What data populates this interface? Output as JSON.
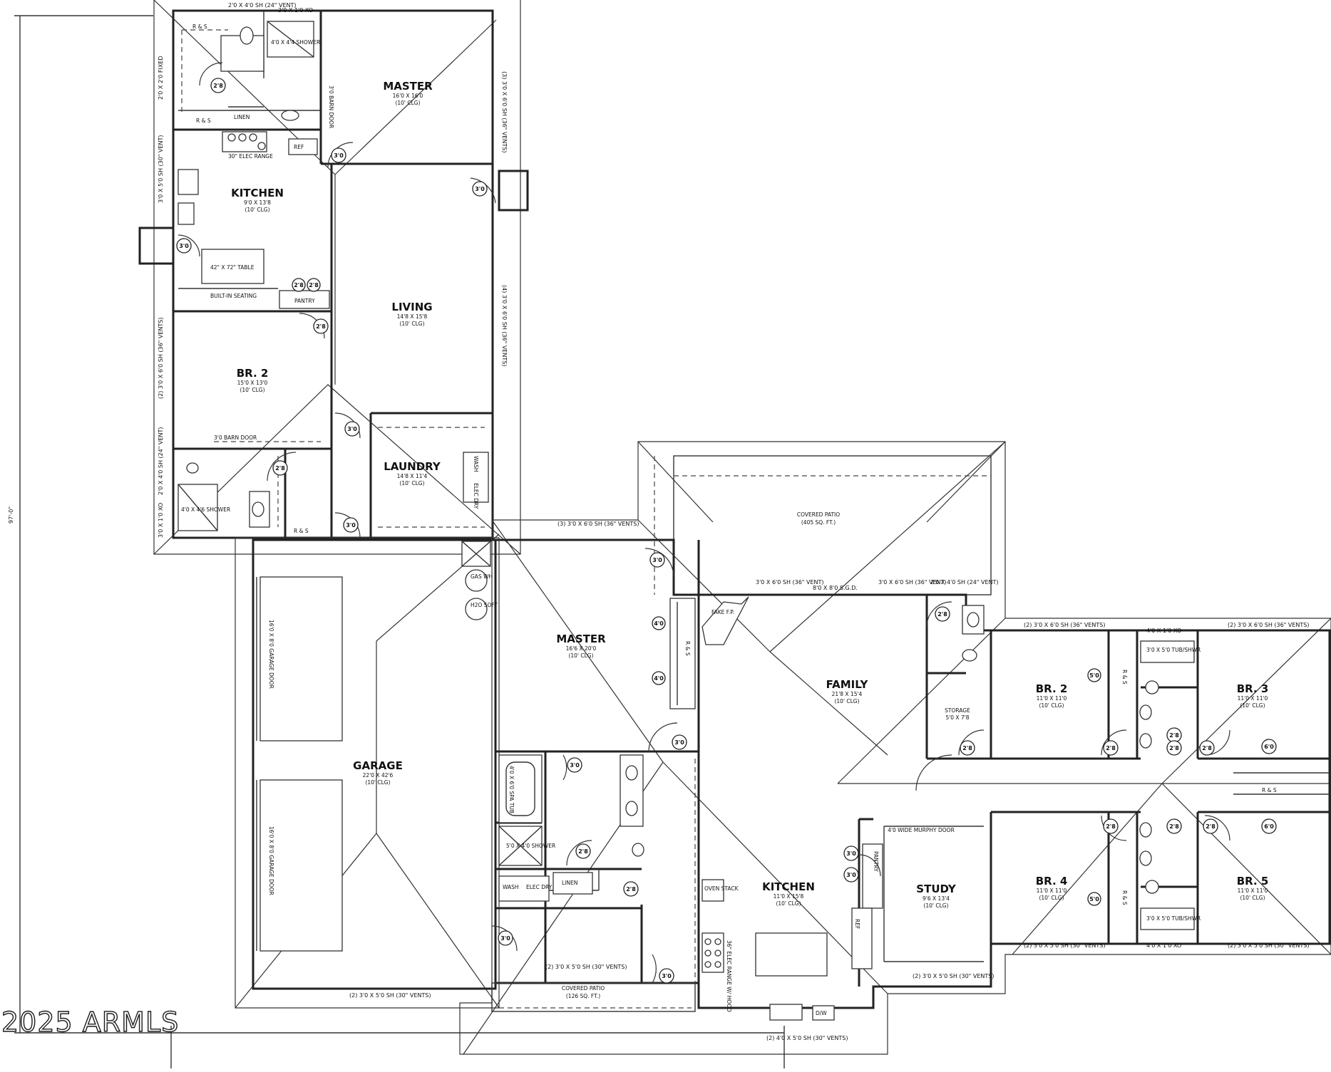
{
  "watermark": "2025 ARMLS",
  "overall_dimension": "97'-0\"",
  "rooms": {
    "guest_master": {
      "name": "MASTER",
      "size": "16'0 X 16'0",
      "ceiling": "(10' CLG)"
    },
    "guest_kitchen": {
      "name": "KITCHEN",
      "size": "9'0 X 13'8",
      "ceiling": "(10' CLG)"
    },
    "living": {
      "name": "LIVING",
      "size": "14'8 X 15'8",
      "ceiling": "(10' CLG)"
    },
    "guest_br2": {
      "name": "BR. 2",
      "size": "15'0 X 13'0",
      "ceiling": "(10' CLG)"
    },
    "laundry": {
      "name": "LAUNDRY",
      "size": "14'8 X 11'4",
      "ceiling": "(10' CLG)"
    },
    "garage": {
      "name": "GARAGE",
      "size": "22'0 X 42'6",
      "ceiling": "(10' CLG)"
    },
    "main_master": {
      "name": "MASTER",
      "size": "16'6 X 20'0",
      "ceiling": "(10' CLG)"
    },
    "family": {
      "name": "FAMILY",
      "size": "21'8 X 15'4",
      "ceiling": "(10' CLG)"
    },
    "main_kitchen": {
      "name": "KITCHEN",
      "size": "11'0 X 15'8",
      "ceiling": "(10' CLG)"
    },
    "study": {
      "name": "STUDY",
      "size": "9'6 X 13'4",
      "ceiling": "(10' CLG)"
    },
    "br2": {
      "name": "BR. 2",
      "size": "11'0 X 11'0",
      "ceiling": "(10' CLG)"
    },
    "br3": {
      "name": "BR. 3",
      "size": "11'0 X 11'0",
      "ceiling": "(10' CLG)"
    },
    "br4": {
      "name": "BR. 4",
      "size": "11'0 X 11'0",
      "ceiling": "(10' CLG)"
    },
    "br5": {
      "name": "BR. 5",
      "size": "11'0 X 11'0",
      "ceiling": "(10' CLG)"
    },
    "covered_patio_top": {
      "name": "COVERED PATIO",
      "size": "(405 SQ. FT.)"
    },
    "covered_patio_bottom": {
      "name": "COVERED PATIO",
      "size": "(126 SQ. FT.)"
    },
    "storage": {
      "name": "STORAGE",
      "size": "5'0 X 7'8"
    }
  },
  "labels": {
    "r_and_s": "R & S",
    "linen": "LINEN",
    "pantry": "PANTRY",
    "shower_44": "4'0 X 4'4 SHOWER",
    "shower_46": "4'0 X 4'6 SHOWER",
    "shower_54": "5'0 X 4'0 SHOWER",
    "barn_door": "3'0 BARN DOOR",
    "elec_range": "30\" ELEC RANGE",
    "table": "42\" X 72\" TABLE",
    "built_in": "BUILT-IN SEATING",
    "ref": "REF",
    "wash": "WASH",
    "elec_dry": "ELEC DRY",
    "gas_wh": "GAS WH",
    "h2o_soft": "H2O SOFT",
    "fake_fp": "FAKE F.P.",
    "garage_door": "16'0 X 8'0 GARAGE DOOR",
    "spa_tub": "4'0 X 6'0 SPA TUB",
    "oven_stack": "OVEN STACK",
    "range_hood": "36\" ELEC RANGE W/ HOOD",
    "dw": "D/W",
    "murphy": "4'0 WIDE MURPHY DOOR",
    "tub_shwr": "3'0 X 5'0 TUB/SHWR"
  },
  "windows": {
    "w1": "2'0 X 4'0 SH (24\" VENT)",
    "w2": "3'0 X 1'0 XO",
    "w3": "(3) 3'0 X 6'0 SH (36\" VENTS)",
    "w4": "2'0 X 2'0 FIXED",
    "w5": "3'0 X 5'0 SH (30\" VENT)",
    "w6": "(4) 3'0 X 6'0 SH (36\" VENTS)",
    "w7": "(2) 3'0 X 6'0 SH (36\" VENTS)",
    "w8": "2'0 X 4'0 SH (24\" VENT)",
    "w9": "3'0 X 1'0 XO",
    "w10": "(3) 3'0 X 6'0 SH (36\" VENTS)",
    "w11": "3'0 X 6'0 SH (36\" VENT)",
    "w12": "8'0 X 8'0 S.G.D.",
    "w13": "3'0 X 6'0 SH (36\" VENT)",
    "w14": "2'0 X 4'0 SH (24\" VENT)",
    "w15": "(2) 3'0 X 6'0 SH (36\" VENTS)",
    "w16": "4'0 X 1'0 XO",
    "w17": "(2) 3'0 X 6'0 SH (36\" VENTS)",
    "w18": "(2) 3'0 X 5'0 SH (30\" VENTS)",
    "w19": "4'0 X 1'0 XO",
    "w20": "(2) 3'0 X 5'0 SH (30\" VENTS)",
    "w21": "(2) 3'0 X 5'0 SH (30\" VENTS)",
    "w22": "(2) 4'0 X 5'0 SH (30\" VENTS)",
    "w23": "(2) 3'0 X 5'0 SH (30\" VENTS)",
    "w24": "(2) 3'0 X 5'0 SH (30\" VENTS)"
  },
  "door_tags": {
    "d28": "2'8",
    "d30": "3'0",
    "d40": "4'0",
    "d50": "5'0",
    "d60": "6'0"
  }
}
